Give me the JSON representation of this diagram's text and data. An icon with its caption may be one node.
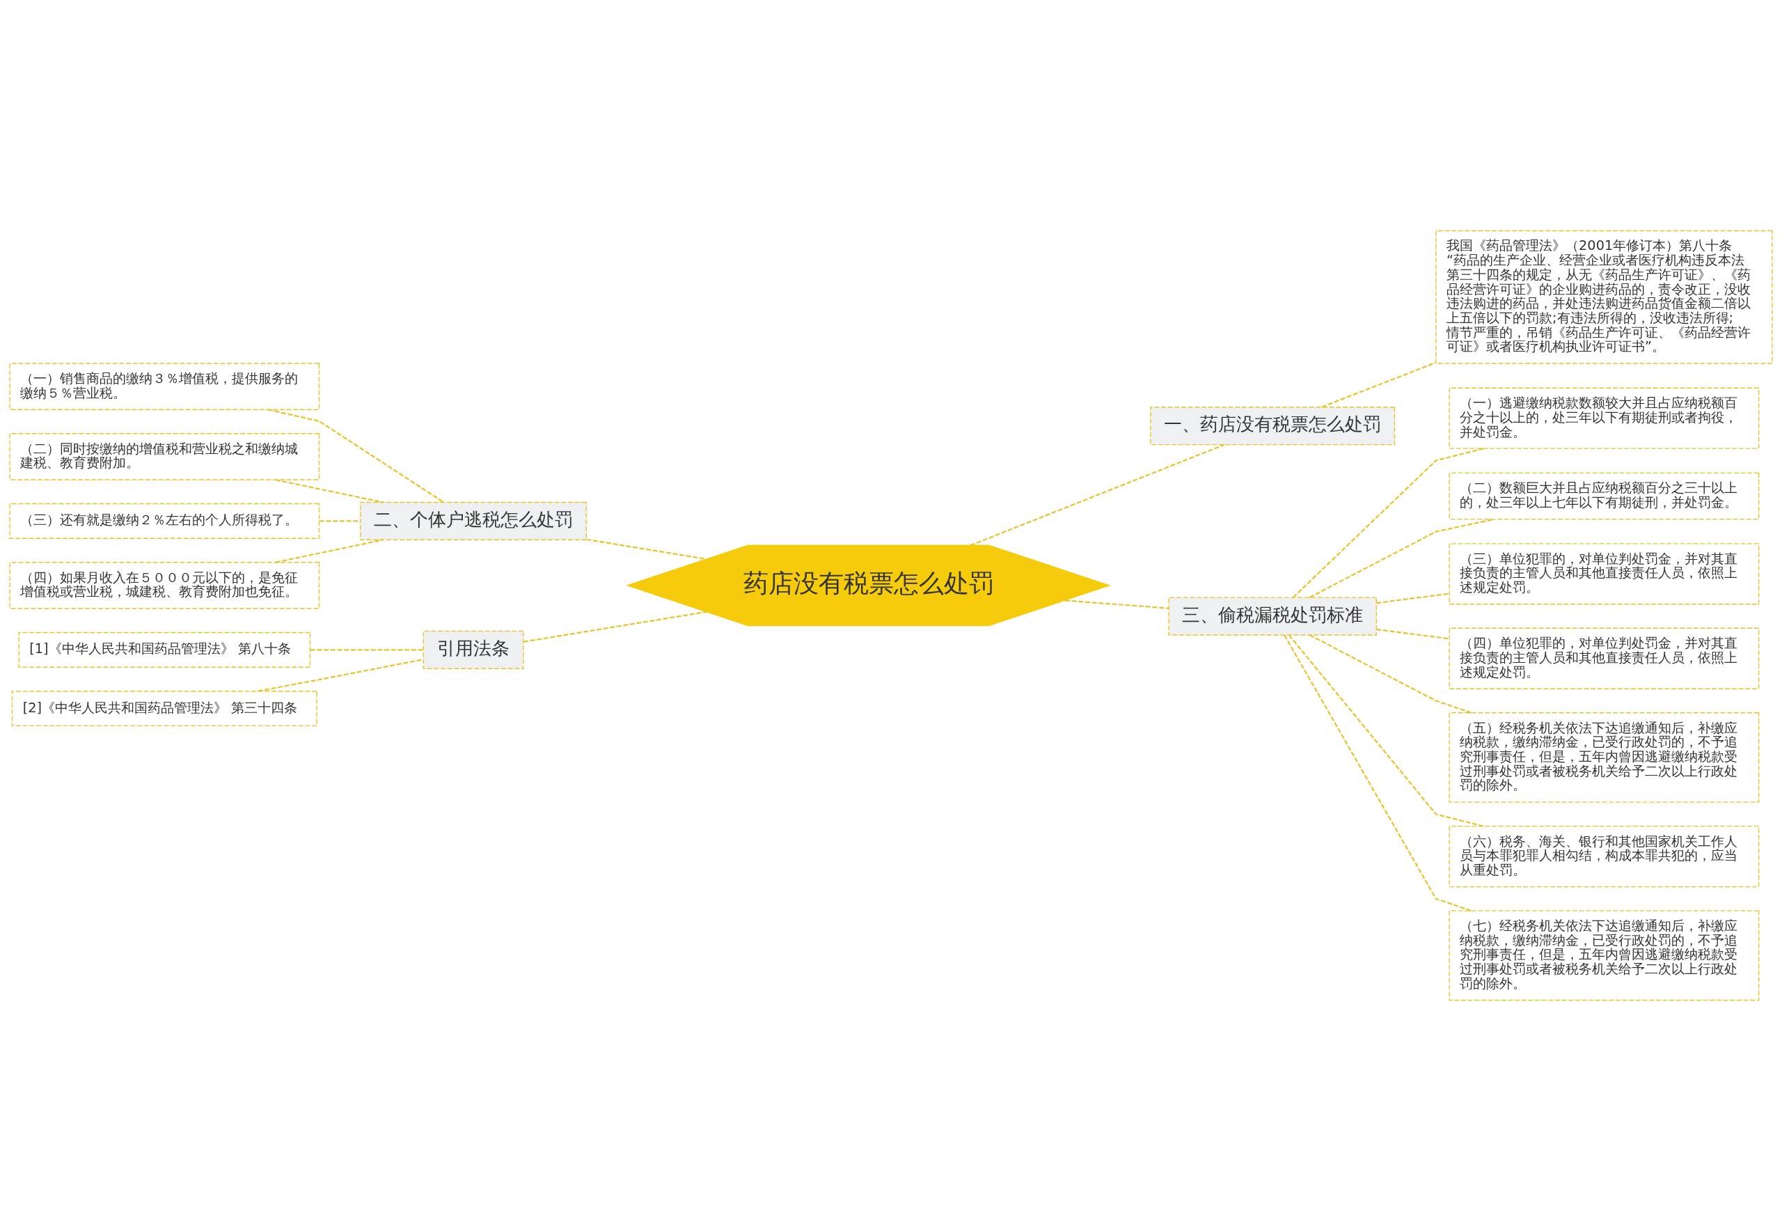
{
  "diagram": {
    "nodes": [
      {
        "text": [
          "药店没有税票怎么处罚"
        ]
      },
      {
        "text": [
          "一、药店没有税票怎么处罚"
        ]
      },
      {
        "text": [
          "我国《药品管理法》（2001年修订本）第八十条“药品的生产企业、经营企业或者医疗机构违反本法第三十四条的规定，从无《药品生产许可证》、《药品经营许可证》的企业购进药品的，责令改正，没收违法购进的药品，并处违法购进药品货值金额二倍以上五倍以下的罚款;有违法所得的，没收违法所得;情节严重的，吊销《药品生产许可证、《药品经营许可证》或者医疗机构执业许可证书”。"
        ]
      },
      {
        "text": [
          "三、偷税漏税处罚标准"
        ]
      },
      {
        "text": [
          "（一）逃避缴纳税款数额较大并且占应纳税额百分之十以上的，处三年以下有期徒刑或者拘役，并处罚金。"
        ]
      },
      {
        "text": [
          "（二）数额巨大并且占应纳税额百分之三十以上的，处三年以上七年以下有期徒刑，并处罚金。"
        ]
      },
      {
        "text": [
          "（三）单位犯罪的，对单位判处罚金，并对其直接负责的主管人员和其他直接责任人员，依照上述规定处罚。"
        ]
      },
      {
        "text": [
          "（四）单位犯罪的，对单位判处罚金，并对其直接负责的主管人员和其他直接责任人员，依照上述规定处罚。"
        ]
      },
      {
        "text": [
          "（五）经税务机关依法下达追缴通知后，补缴应纳税款，缴纳滞纳金，已受行政处罚的，不予追究刑事责任，但是，五年内曾因逃避缴纳税款受过刑事处罚或者被税务机关给予二次以上行政处罚的除外。"
        ]
      },
      {
        "text": [
          "（六）税务、海关、银行和其他国家机关工作人员与本罪犯罪人相勾结，构成本罪共犯的，应当从重处罚。"
        ]
      },
      {
        "text": [
          "（七）经税务机关依法下达追缴通知后，补缴应纳税款，缴纳滞纳金，已受行政处罚的，不予追究刑事责任，但是，五年内曾因逃避缴纳税款受过刑事处罚或者被税务机关给予二次以上行政处罚的除外。"
        ]
      },
      {
        "text": [
          "二、个体户逃税怎么处罚"
        ]
      },
      {
        "text": [
          "（一）销售商品的缴纳３％增值税，提供服务的缴纳５％营业税。"
        ]
      },
      {
        "text": [
          "（二）同时按缴纳的增值税和营业税之和缴纳城建税、教育费附加。"
        ]
      },
      {
        "text": [
          "（三）还有就是缴纳２％左右的个人所得税了。"
        ]
      },
      {
        "text": [
          "（四）如果月收入在５０００元以下的，是免征增值税或营业税，城建税、教育费附加也免征。"
        ]
      },
      {
        "text": [
          "引用法条"
        ]
      },
      {
        "text": [
          "[1]《中华人民共和国药品管理法》 第八十条"
        ]
      },
      {
        "text": [
          "[2]《中华人民共和国药品管理法》 第三十四条"
        ]
      }
    ],
    "edges": [
      {
        "from": 0,
        "to": 1,
        "arrow": "none"
      },
      {
        "from": 1,
        "to": 2,
        "arrow": "none"
      },
      {
        "from": 0,
        "to": 3,
        "arrow": "none"
      },
      {
        "from": 3,
        "to": 4,
        "arrow": "none"
      },
      {
        "from": 3,
        "to": 5,
        "arrow": "none"
      },
      {
        "from": 3,
        "to": 6,
        "arrow": "none"
      },
      {
        "from": 3,
        "to": 7,
        "arrow": "none"
      },
      {
        "from": 3,
        "to": 8,
        "arrow": "none"
      },
      {
        "from": 3,
        "to": 9,
        "arrow": "none"
      },
      {
        "from": 3,
        "to": 10,
        "arrow": "none"
      },
      {
        "from": 0,
        "to": 11,
        "arrow": "none"
      },
      {
        "from": 11,
        "to": 12,
        "arrow": "none"
      },
      {
        "from": 11,
        "to": 13,
        "arrow": "none"
      },
      {
        "from": 11,
        "to": 14,
        "arrow": "none"
      },
      {
        "from": 11,
        "to": 15,
        "arrow": "none"
      },
      {
        "from": 0,
        "to": 16,
        "arrow": "none"
      },
      {
        "from": 16,
        "to": 17,
        "arrow": "none"
      },
      {
        "from": 16,
        "to": 18,
        "arrow": "none"
      }
    ]
  }
}
